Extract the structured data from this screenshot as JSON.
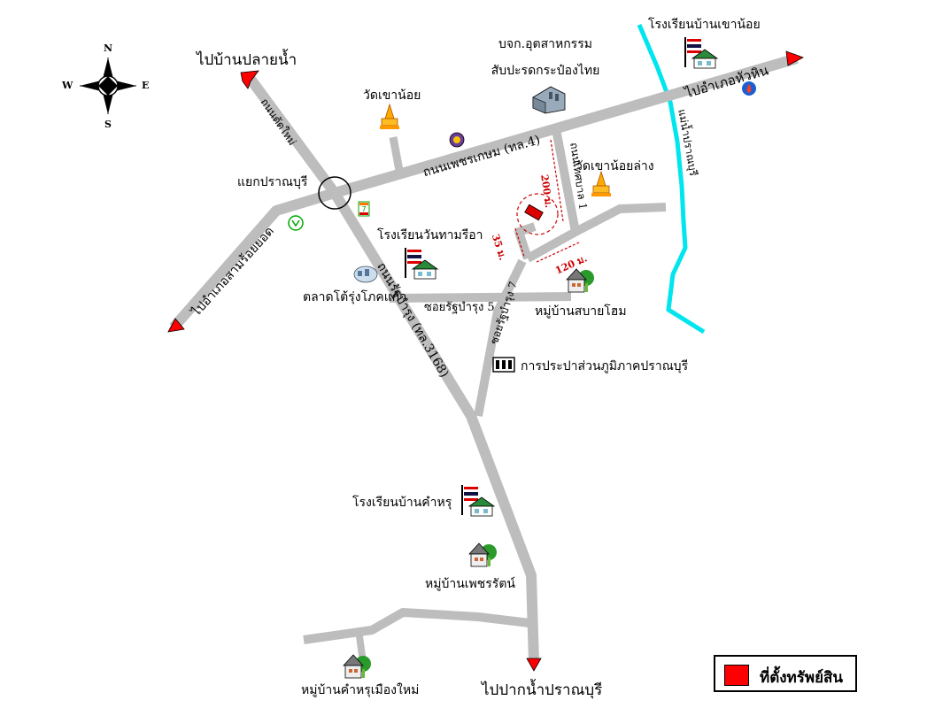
{
  "compass": {
    "north": "N",
    "south": "S",
    "east": "E",
    "west": "W"
  },
  "directions": {
    "to_plai_nam": "ไปบ้านปลายน้ำ",
    "to_hua_hin": "ไปอำเภอหัวหิน",
    "to_sam_roi_yot": "ไปอำเภอสามร้อยยอด",
    "to_pak_nam_pran": "ไปปากน้ำปราณบุรี"
  },
  "roads": {
    "phetkasem": "ถนนเพชรเกษม (ทล.4)",
    "tesaban1": "ถนนเทศบาล 1",
    "thai_samakkhi": "ถนนตัดใหม่",
    "ratthaburanung": "ถนนรัฐบำรุง (ทล.3168)",
    "soi5": "ซอยรัฐบำรุง 5",
    "soi7": "ซอยรัฐบำรุง 7",
    "river": "แม่น้ำปราณบุรี"
  },
  "places": {
    "school_khao_noi": "โรงเรียนบ้านเขาน้อย",
    "factory_line1": "บจก.อุตสาหกรรม",
    "factory_line2": "สับปะรดกระป๋องไทย",
    "wat_khao_noi": "วัดเขาน้อย",
    "yaek_pranburi": "แยกปราณบุรี",
    "wat_khao_noi_lang": "วัดเขาน้อยล่าง",
    "school_wan_tham": "โรงเรียนวันทามรีอา",
    "market": "ตลาดโต้รุ่งโภคแก้ว",
    "village_sabai": "หมู่บ้านสบายโฮม",
    "waterworks": "การประปาส่วนภูมิภาคปราณบุรี",
    "school_kham_ru": "โรงเรียนบ้านคำหรุ",
    "village_phet": "หมู่บ้านเพชรรัตน์",
    "village_kham_ru": "หมู่บ้านคำหรุเมืองใหม่"
  },
  "distances": {
    "d200": "200 ม.",
    "d35": "35 ม.",
    "d120": "120 ม."
  },
  "legend": {
    "label": "ที่ตั้งทรัพย์สิน",
    "color": "#ff0000"
  },
  "colors": {
    "road": "#bdbdbd",
    "river": "#00e5ee",
    "arrow": "#ff0000",
    "dist": "#cc0000"
  }
}
